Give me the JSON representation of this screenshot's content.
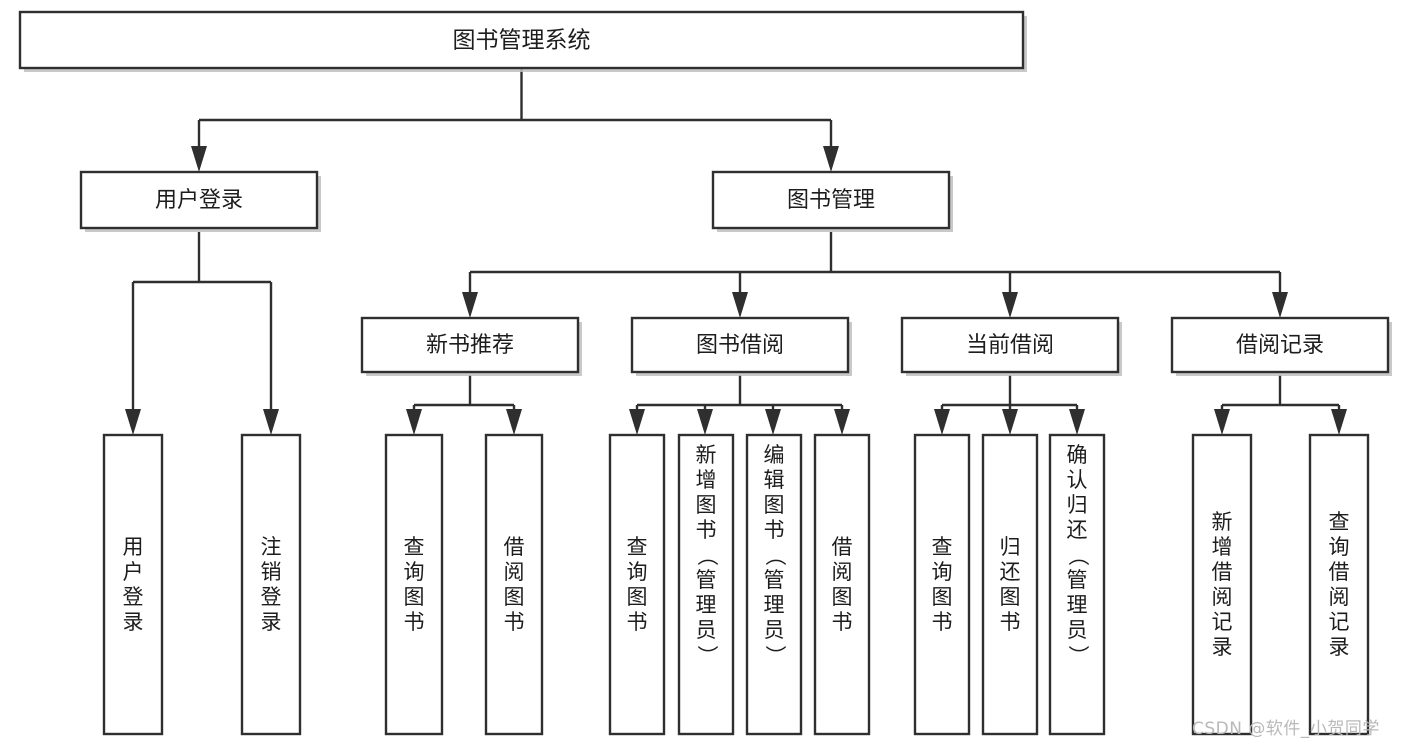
{
  "diagram": {
    "title": "图书管理系统",
    "type": "tree",
    "watermark": "CSDN @软件_小贺同学",
    "colors": {
      "box_fill": "#ffffff",
      "box_stroke": "#2f2f2f",
      "connector": "#2f2f2f",
      "text": "#1d1d1d",
      "watermark": "#b9b9b9",
      "background": "#ffffff"
    },
    "root": {
      "id": "root",
      "label": "图书管理系统",
      "orientation": "horizontal"
    },
    "level2": [
      {
        "id": "user-login",
        "label": "用户登录",
        "orientation": "horizontal"
      },
      {
        "id": "book-manage",
        "label": "图书管理",
        "orientation": "horizontal"
      }
    ],
    "level3": [
      {
        "id": "new-book-recommend",
        "label": "新书推荐",
        "orientation": "horizontal",
        "parent": "book-manage"
      },
      {
        "id": "book-borrow",
        "label": "图书借阅",
        "orientation": "horizontal",
        "parent": "book-manage"
      },
      {
        "id": "current-borrow",
        "label": "当前借阅",
        "orientation": "horizontal",
        "parent": "book-manage"
      },
      {
        "id": "borrow-record",
        "label": "借阅记录",
        "orientation": "horizontal",
        "parent": "book-manage"
      }
    ],
    "leaves": [
      {
        "id": "leaf-user-login",
        "label": "用户登录",
        "parent": "user-login",
        "orientation": "vertical",
        "align": "center"
      },
      {
        "id": "leaf-user-logout",
        "label": "注销登录",
        "parent": "user-login",
        "orientation": "vertical",
        "align": "center"
      },
      {
        "id": "leaf-query-books-1",
        "label": "查询图书",
        "parent": "new-book-recommend",
        "orientation": "vertical",
        "align": "center"
      },
      {
        "id": "leaf-borrow-books-1",
        "label": "借阅图书",
        "parent": "new-book-recommend",
        "orientation": "vertical",
        "align": "center"
      },
      {
        "id": "leaf-query-books-2",
        "label": "查询图书",
        "parent": "book-borrow",
        "orientation": "vertical",
        "align": "center"
      },
      {
        "id": "leaf-add-book",
        "label": "新增图书（管理员）",
        "parent": "book-borrow",
        "orientation": "vertical",
        "align": "top"
      },
      {
        "id": "leaf-edit-book",
        "label": "编辑图书（管理员）",
        "parent": "book-borrow",
        "orientation": "vertical",
        "align": "top"
      },
      {
        "id": "leaf-borrow-books-2",
        "label": "借阅图书",
        "parent": "book-borrow",
        "orientation": "vertical",
        "align": "center"
      },
      {
        "id": "leaf-query-books-3",
        "label": "查询图书",
        "parent": "current-borrow",
        "orientation": "vertical",
        "align": "center"
      },
      {
        "id": "leaf-return-books",
        "label": "归还图书",
        "parent": "current-borrow",
        "orientation": "vertical",
        "align": "center"
      },
      {
        "id": "leaf-confirm-return",
        "label": "确认归还（管理员）",
        "parent": "current-borrow",
        "orientation": "vertical",
        "align": "top"
      },
      {
        "id": "leaf-add-record",
        "label": "新增借阅记录",
        "parent": "borrow-record",
        "orientation": "vertical",
        "align": "center"
      },
      {
        "id": "leaf-query-record",
        "label": "查询借阅记录",
        "parent": "borrow-record",
        "orientation": "vertical",
        "align": "center"
      }
    ]
  }
}
